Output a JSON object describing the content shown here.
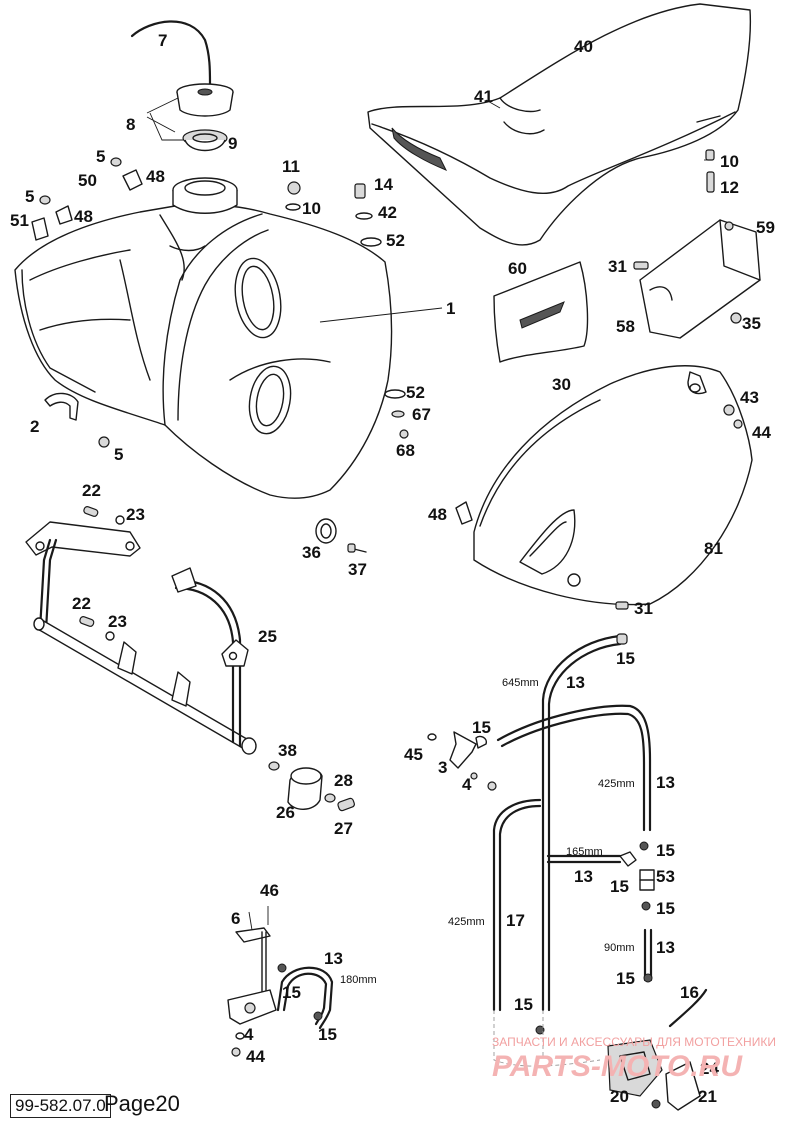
{
  "labels": {
    "l1": "1",
    "l2": "2",
    "l3": "3",
    "l4a": "4",
    "l4b": "4",
    "l5a": "5",
    "l5b": "5",
    "l5c": "5",
    "l6": "6",
    "l7": "7",
    "l8": "8",
    "l9": "9",
    "l10a": "10",
    "l10b": "10",
    "l11": "11",
    "l12": "12",
    "l13a": "13",
    "l13b": "13",
    "l13c": "13",
    "l13d": "13",
    "l13e": "13",
    "l14": "14",
    "l15a": "15",
    "l15b": "15",
    "l15c": "15",
    "l15d": "15",
    "l15e": "15",
    "l15f": "15",
    "l15g": "15",
    "l15h": "15",
    "l15i": "15",
    "l16": "16",
    "l17": "17",
    "l20": "20",
    "l21": "21",
    "l22a": "22",
    "l22b": "22",
    "l23a": "23",
    "l23b": "23",
    "l24": "24",
    "l25": "25",
    "l26": "26",
    "l27": "27",
    "l28": "28",
    "l30": "30",
    "l31a": "31",
    "l31b": "31",
    "l35": "35",
    "l36": "36",
    "l37": "37",
    "l38": "38",
    "l40": "40",
    "l41": "41",
    "l42": "42",
    "l43": "43",
    "l44a": "44",
    "l44b": "44",
    "l45": "45",
    "l46": "46",
    "l48a": "48",
    "l48b": "48",
    "l48c": "48",
    "l50": "50",
    "l51": "51",
    "l52a": "52",
    "l52b": "52",
    "l53": "53",
    "l58": "58",
    "l59": "59",
    "l60": "60",
    "l67": "67",
    "l68": "68",
    "l81": "81"
  },
  "dimensions": {
    "d645": "645mm",
    "d425a": "425mm",
    "d165": "165mm",
    "d425b": "425mm",
    "d90": "90mm",
    "d180": "180mm"
  },
  "watermark": {
    "caption": "ЗАПЧАСТИ И АКСЕССУАРЫ ДЛЯ МОТОТЕХНИКИ",
    "brand": "PARTS-MOTO.RU",
    "brand_color": "#f4b3b3"
  },
  "footer": {
    "code": "99-582.07.0",
    "page": "Page20"
  }
}
